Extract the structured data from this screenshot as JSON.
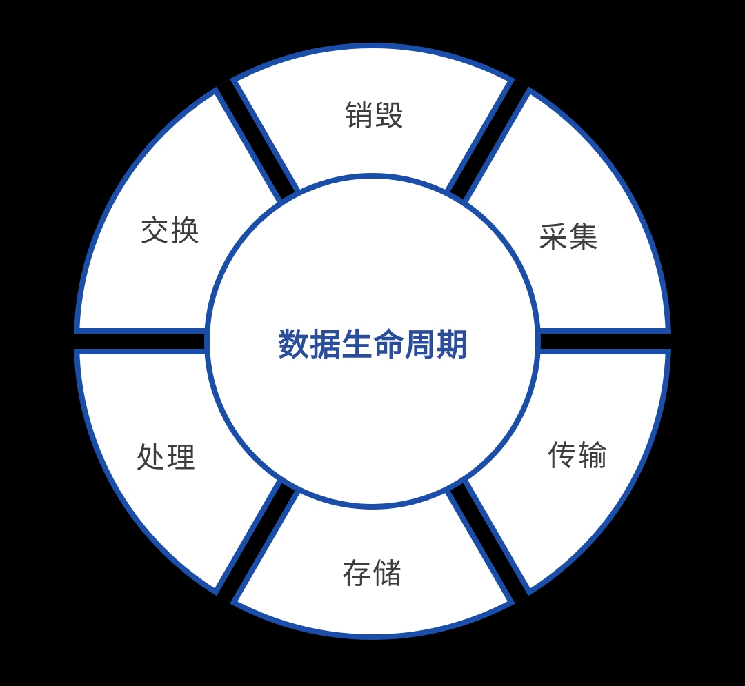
{
  "diagram": {
    "type": "circular-lifecycle-ring",
    "center_label": "数据生命周期",
    "segments": [
      {
        "label": "销毁",
        "position": "top"
      },
      {
        "label": "采集",
        "position": "upper-right"
      },
      {
        "label": "传输",
        "position": "lower-right"
      },
      {
        "label": "存储",
        "position": "bottom"
      },
      {
        "label": "处理",
        "position": "lower-left"
      },
      {
        "label": "交换",
        "position": "upper-left"
      }
    ],
    "colors": {
      "background": "#000000",
      "segment_fill": "#ffffff",
      "border_blue": "#1a4ea8",
      "center_text_blue": "#2b4d9e",
      "segment_label_gray": "#3d3d3d"
    }
  }
}
